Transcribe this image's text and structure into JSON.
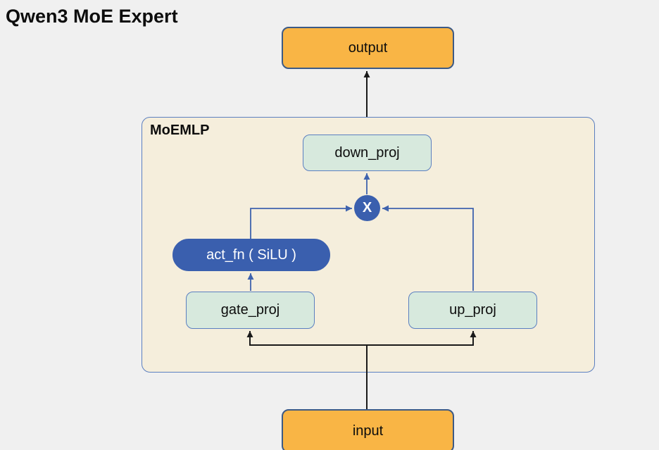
{
  "title": "Qwen3 MoE Expert",
  "diagram": {
    "container": {
      "label": "MoEMLP"
    },
    "nodes": {
      "output": {
        "label": "output"
      },
      "down_proj": {
        "label": "down_proj"
      },
      "multiply": {
        "label": "X"
      },
      "act_fn": {
        "label": "act_fn ( SiLU )"
      },
      "gate_proj": {
        "label": "gate_proj"
      },
      "up_proj": {
        "label": "up_proj"
      },
      "input": {
        "label": "input"
      }
    },
    "colors": {
      "background": "#f0f0f0",
      "io_fill": "#f9b545",
      "io_border": "#3d5a85",
      "container_fill": "#f5eedc",
      "container_border": "#5b7fc0",
      "proj_fill": "#d7e9dd",
      "proj_border": "#5b7fc0",
      "accent_fill": "#3a5fae",
      "arrow_black": "#1a1a1a",
      "arrow_blue": "#3f63ae"
    }
  }
}
